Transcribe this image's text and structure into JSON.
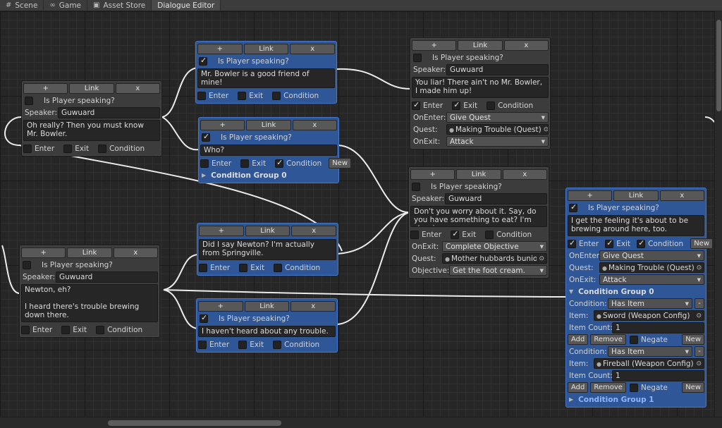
{
  "tabs": [
    {
      "label": "Scene",
      "icon": "#"
    },
    {
      "label": "Game",
      "icon": "∞"
    },
    {
      "label": "Asset Store",
      "icon": "▣"
    },
    {
      "label": "Dialogue Editor",
      "icon": ""
    }
  ],
  "labels": {
    "add": "+",
    "link": "Link",
    "remove": "x",
    "is_player_speaking": "Is Player speaking?",
    "speaker": "Speaker:",
    "enter": "Enter",
    "exit": "Exit",
    "condition": "Condition",
    "new": "New",
    "on_enter": "OnEnter:",
    "on_exit": "OnExit:",
    "quest": "Quest:",
    "objective": "Objective:",
    "condition_field": "Condition:",
    "item": "Item:",
    "item_count": "Item Count:",
    "add_btn": "Add",
    "remove_btn": "Remove",
    "negate": "Negate",
    "minus": "-"
  },
  "nodes": {
    "n1": {
      "speaker": "Guwuard",
      "text": "Oh really? Then you must know Mr. Bowler."
    },
    "n2": {
      "text": "Mr. Bowler is a good friend of mine!"
    },
    "n3": {
      "text": "Who?",
      "group": "Condition Group 0"
    },
    "n4": {
      "speaker": "Guwuard",
      "text": "You liar! There ain't no Mr. Bowler, I made him up!",
      "on_enter": "Give Quest",
      "quest": "Making Trouble (Quest)",
      "on_exit": "Attack"
    },
    "n5": {
      "speaker": "Guwuard",
      "text": "Don't you worry about it. Say, do you have something to eat? I'm starving.",
      "on_exit": "Complete Objective",
      "quest": "Mother hubbards bunions (Q",
      "objective": "Get the foot cream."
    },
    "n6": {
      "speaker": "Guwuard",
      "text": "Newton, eh?\n\nI heard there's trouble brewing down there."
    },
    "n7": {
      "text": "Did I say Newton? I'm actually from Springville."
    },
    "n8": {
      "text": "I haven't heard about any trouble."
    },
    "n9": {
      "text": "I get the feeling it's about to be brewing around here, too.",
      "on_enter": "Give Quest",
      "quest": "Making Trouble (Quest)",
      "on_exit": "Attack",
      "group0": "Condition Group 0",
      "cond1": {
        "condition": "Has Item",
        "item": "Sword (Weapon Config)",
        "count": "1"
      },
      "cond2": {
        "condition": "Has Item",
        "item": "Fireball (Weapon Config)",
        "count": "1"
      },
      "group1": "Condition Group 1"
    }
  }
}
